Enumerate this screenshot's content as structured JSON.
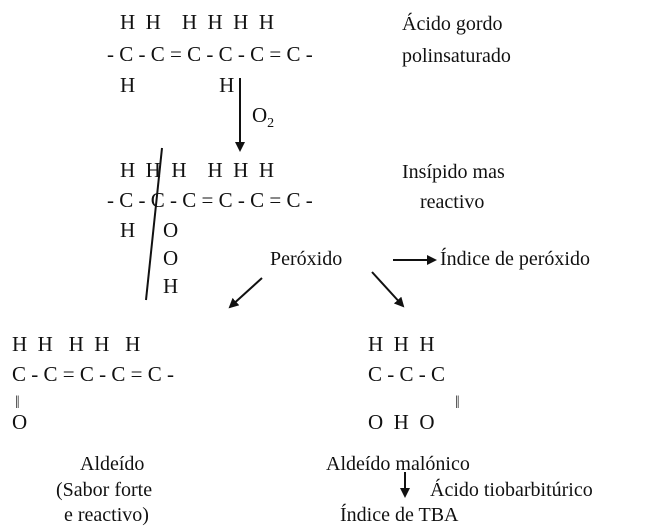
{
  "molecule_1": {
    "row1": "H  H    H  H  H  H",
    "row2": "- C - C = C - C - C = C -",
    "row3": "H                H",
    "reagent": "O",
    "reagent_sub": "2",
    "label_line1": "Ácido gordo",
    "label_line2": "polinsaturado"
  },
  "molecule_2": {
    "row1": "H  H  H    H  H  H",
    "row2": "- C - C - C = C - C = C -",
    "row3": "H",
    "o1": "O",
    "o2": "O",
    "h_end": "H",
    "label_line1": "Insípido mas",
    "label_line2": "reactivo",
    "peroxide_label": "Peróxido",
    "peroxide_index_label": "Índice de peróxido"
  },
  "aldehyde": {
    "row1": "H  H   H  H   H",
    "row2": "C - C = C - C = C -",
    "double_bond": "||",
    "oxygen": "O",
    "label_line1": "Aldeído",
    "label_line2": "(Sabor forte",
    "label_line3": "e reactivo)"
  },
  "malonic": {
    "row1": "H  H  H",
    "row2": "C - C - C",
    "double_bond": "||",
    "row4": "O  H  O",
    "label": "Aldeído malónico",
    "reagent_label": "Ácido tiobarbitúrico",
    "index_label": "Índice de TBA"
  }
}
